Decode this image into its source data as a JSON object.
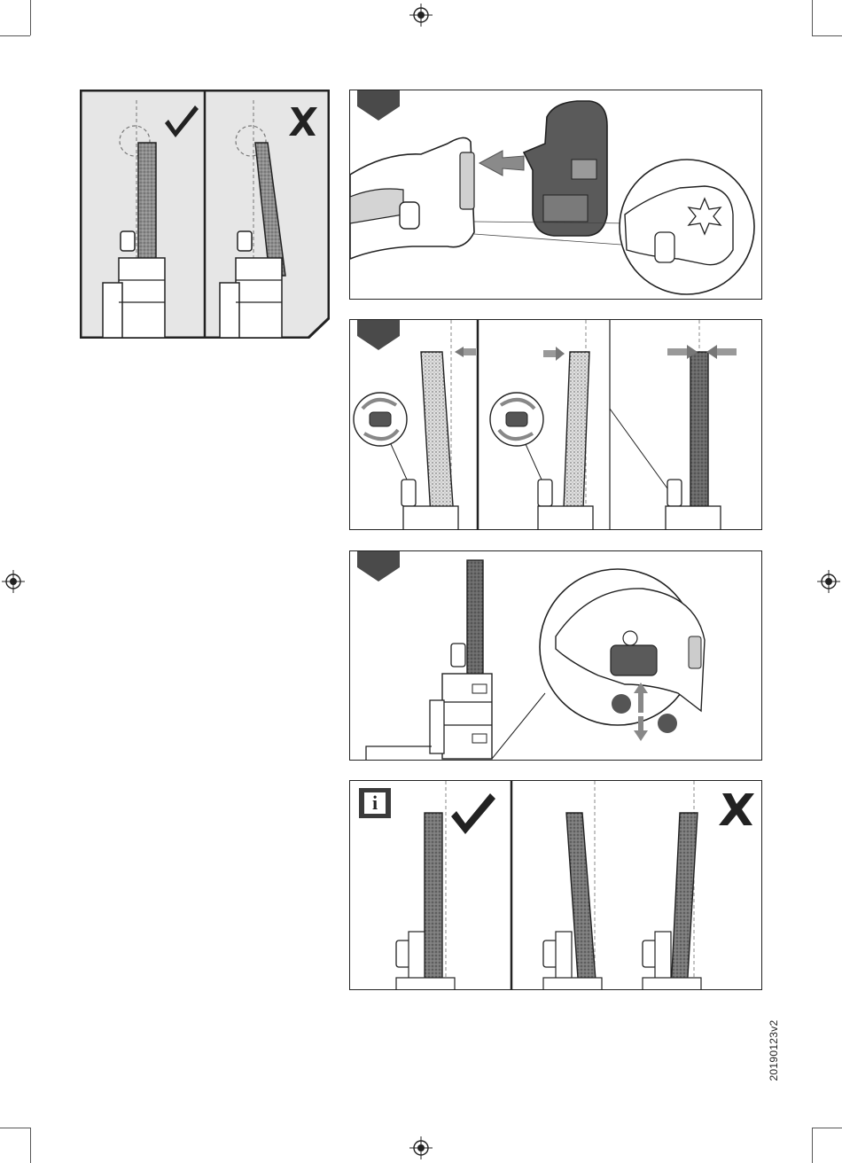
{
  "document": {
    "revision_code": "20190123v2",
    "info_symbol": "i"
  },
  "figures": [
    {
      "id": "fig-alignment-check",
      "marks": [
        "correct",
        "incorrect"
      ]
    },
    {
      "id": "fig-battery-insert",
      "step_marker": true
    },
    {
      "id": "fig-belt-tracking",
      "step_marker": true
    },
    {
      "id": "fig-switch-lock",
      "step_marker": true
    },
    {
      "id": "fig-info-alignment",
      "marks": [
        "correct",
        "incorrect"
      ]
    }
  ],
  "icons": {
    "correct": "check-mark-icon",
    "incorrect": "cross-mark-icon",
    "registration": "registration-mark-icon",
    "step": "step-flag-icon"
  },
  "colors": {
    "line": "#222222",
    "step_flag": "#4a4a4a",
    "belt_fill": "#8a8a8a",
    "panel_bg": "#e6e6e6"
  }
}
